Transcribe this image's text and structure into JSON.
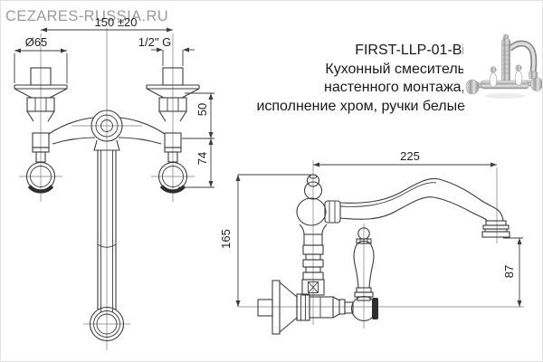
{
  "watermark": "CEZARES-RUSSIA.RU",
  "product": {
    "code": "FIRST-LLP-01-Bi",
    "description_lines": [
      "Кухонный смеситель",
      "настенного монтажа,",
      "исполнение хром, ручки белые"
    ]
  },
  "top_view": {
    "dims": {
      "mount_spacing": "150 ±20",
      "escutcheon_diameter": "Ø65",
      "thread": "1/2\" G",
      "offset_upper": "50",
      "offset_lower": "74"
    }
  },
  "side_view": {
    "dims": {
      "spout_reach": "225",
      "height": "165",
      "outlet_drop": "87"
    }
  },
  "colors": {
    "drawing_line": "#3c3c3c",
    "centerline": "#7d7d7d",
    "watermark": "#9b9b9b",
    "text": "#1a1a1a"
  }
}
